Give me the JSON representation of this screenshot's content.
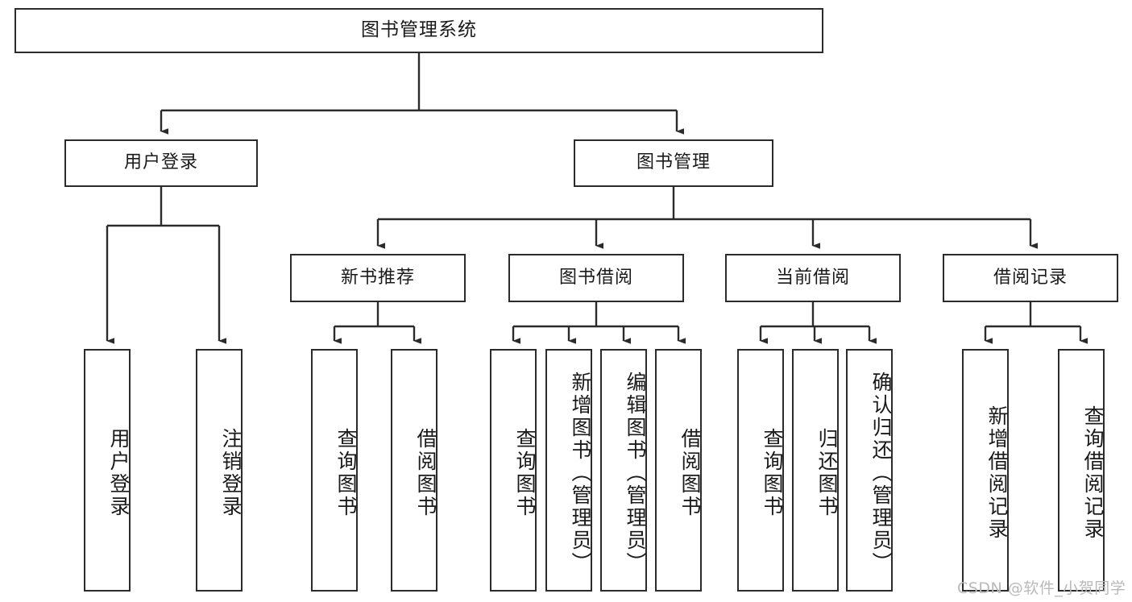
{
  "diagram": {
    "title": "图书管理系统",
    "watermark": "CSDN @软件_小贺同学",
    "colors": {
      "stroke": "#2b2b2b",
      "fill": "#ffffff",
      "text": "#1a1a1a",
      "watermark": "#b9b9b9"
    }
  },
  "nodes": {
    "root": {
      "label": "图书管理系统"
    },
    "level1": [
      {
        "label": "用户登录"
      },
      {
        "label": "图书管理"
      }
    ],
    "level2": [
      {
        "label": "新书推荐"
      },
      {
        "label": "图书借阅"
      },
      {
        "label": "当前借阅"
      },
      {
        "label": "借阅记录"
      }
    ],
    "leaves": {
      "user_login": [
        {
          "label": "用户登录"
        },
        {
          "label": "注销登录"
        }
      ],
      "new_book_recommend": [
        {
          "label": "查询图书"
        },
        {
          "label": "借阅图书"
        }
      ],
      "book_borrow": [
        {
          "label": "查询图书"
        },
        {
          "label": "新增图书（管理员）"
        },
        {
          "label": "编辑图书（管理员）"
        },
        {
          "label": "借阅图书"
        }
      ],
      "current_borrow": [
        {
          "label": "查询图书"
        },
        {
          "label": "归还图书"
        },
        {
          "label": "确认归还（管理员）"
        }
      ],
      "borrow_record": [
        {
          "label": "新增借阅记录"
        },
        {
          "label": "查询借阅记录"
        }
      ]
    }
  }
}
